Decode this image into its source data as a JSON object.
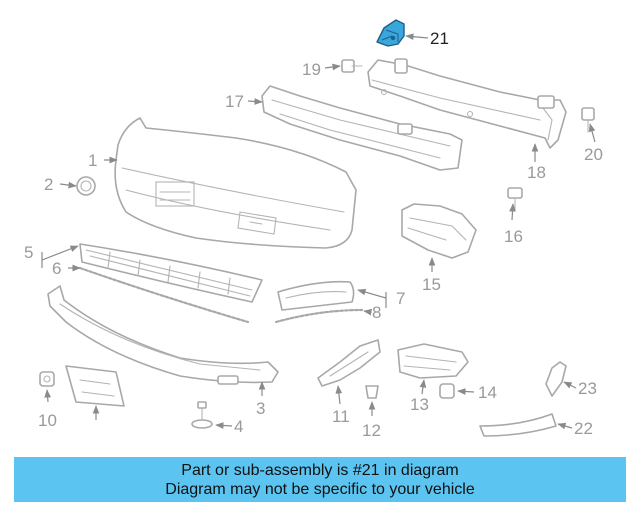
{
  "diagram": {
    "highlight_color": "#3aa7dc",
    "highlighted_callout": "21",
    "callouts": {
      "c1": "1",
      "c2": "2",
      "c3": "3",
      "c4": "4",
      "c5": "5",
      "c6": "6",
      "c7": "7",
      "c8": "8",
      "c10": "10",
      "c11": "11",
      "c12": "12",
      "c13": "13",
      "c14": "14",
      "c15": "15",
      "c16": "16",
      "c17": "17",
      "c18": "18",
      "c19": "19",
      "c20": "20",
      "c21": "21",
      "c22": "22",
      "c23": "23"
    }
  },
  "banner": {
    "color": "#5bc4f1",
    "line1": "Part or sub-assembly is #21 in diagram",
    "line2": "Diagram may not be specific to your vehicle"
  }
}
